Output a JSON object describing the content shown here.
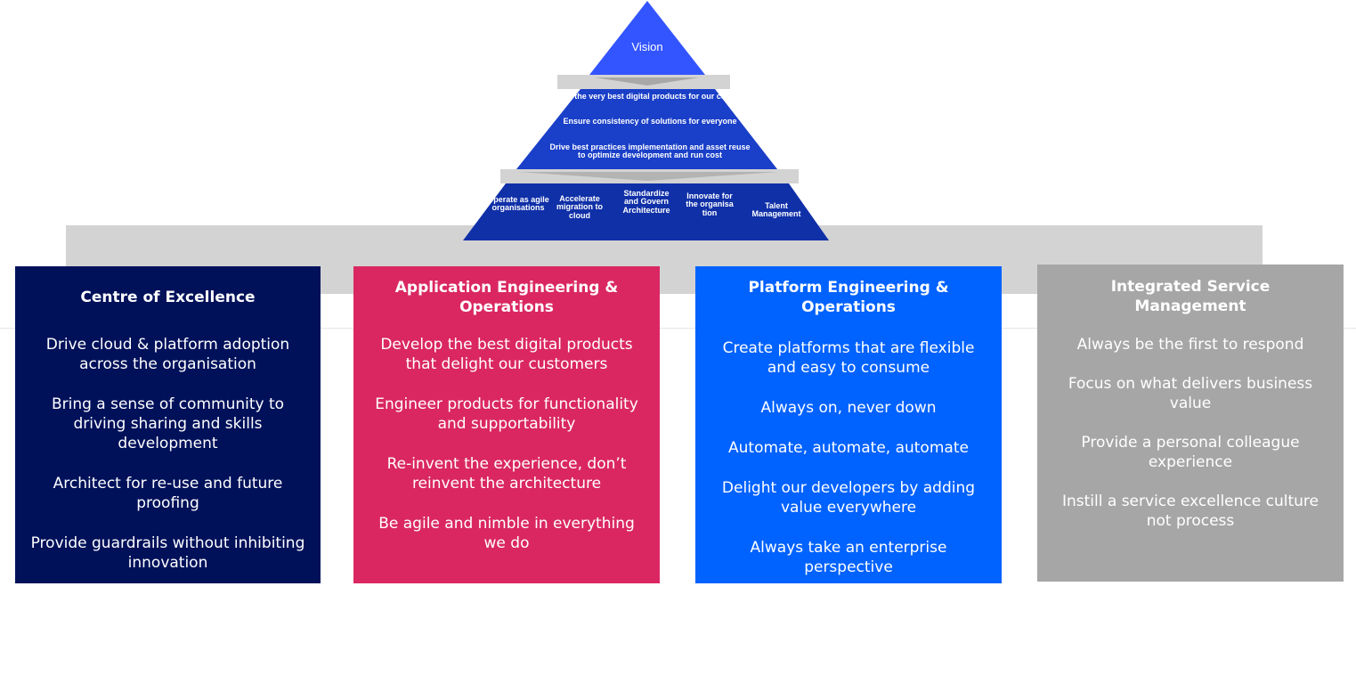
{
  "pyramid": {
    "vision": "Vision",
    "goals": [
      "Create the very best digital products for our customer",
      "Ensure consistency of solutions for everyone",
      "Drive best practices implementation and asset reuse to optimize development and run cost"
    ],
    "pillars": [
      "Operate as agile organisations",
      "Accelerate migration to cloud",
      "Standardize and Govern Architecture",
      "Innovate for the organisa tion",
      "Talent Management"
    ],
    "colors": {
      "vision": "#3355ff",
      "goals": "#1a3fc8",
      "pillars": "#1030a8",
      "separator": "#d3d3d3"
    }
  },
  "cards": [
    {
      "title": "Centre of Excellence",
      "color": "#00115a",
      "items": [
        "Drive cloud & platform adoption across the organisation",
        "Bring a sense of community to driving sharing and skills development",
        "Architect for re-use and future proofing",
        "Provide guardrails without inhibiting innovation"
      ]
    },
    {
      "title": "Application Engineering & Operations",
      "color": "#da2762",
      "items": [
        "Develop the best digital products that delight our customers",
        "Engineer products for functionality and supportability",
        "Re-invent the experience, don’t reinvent the architecture",
        "Be agile and nimble in everything we do"
      ]
    },
    {
      "title": "Platform Engineering & Operations",
      "color": "#0062ff",
      "items": [
        "Create platforms that are flexible and easy to consume",
        "Always on, never down",
        "Automate, automate, automate",
        "Delight our developers by adding value everywhere",
        "Always take an enterprise perspective"
      ]
    },
    {
      "title": "Integrated Service Management",
      "color": "#a6a6a6",
      "items": [
        "Always be the first to respond",
        "Focus on what delivers business value",
        "Provide a personal colleague experience",
        "Instill a service excellence culture not process"
      ]
    }
  ]
}
